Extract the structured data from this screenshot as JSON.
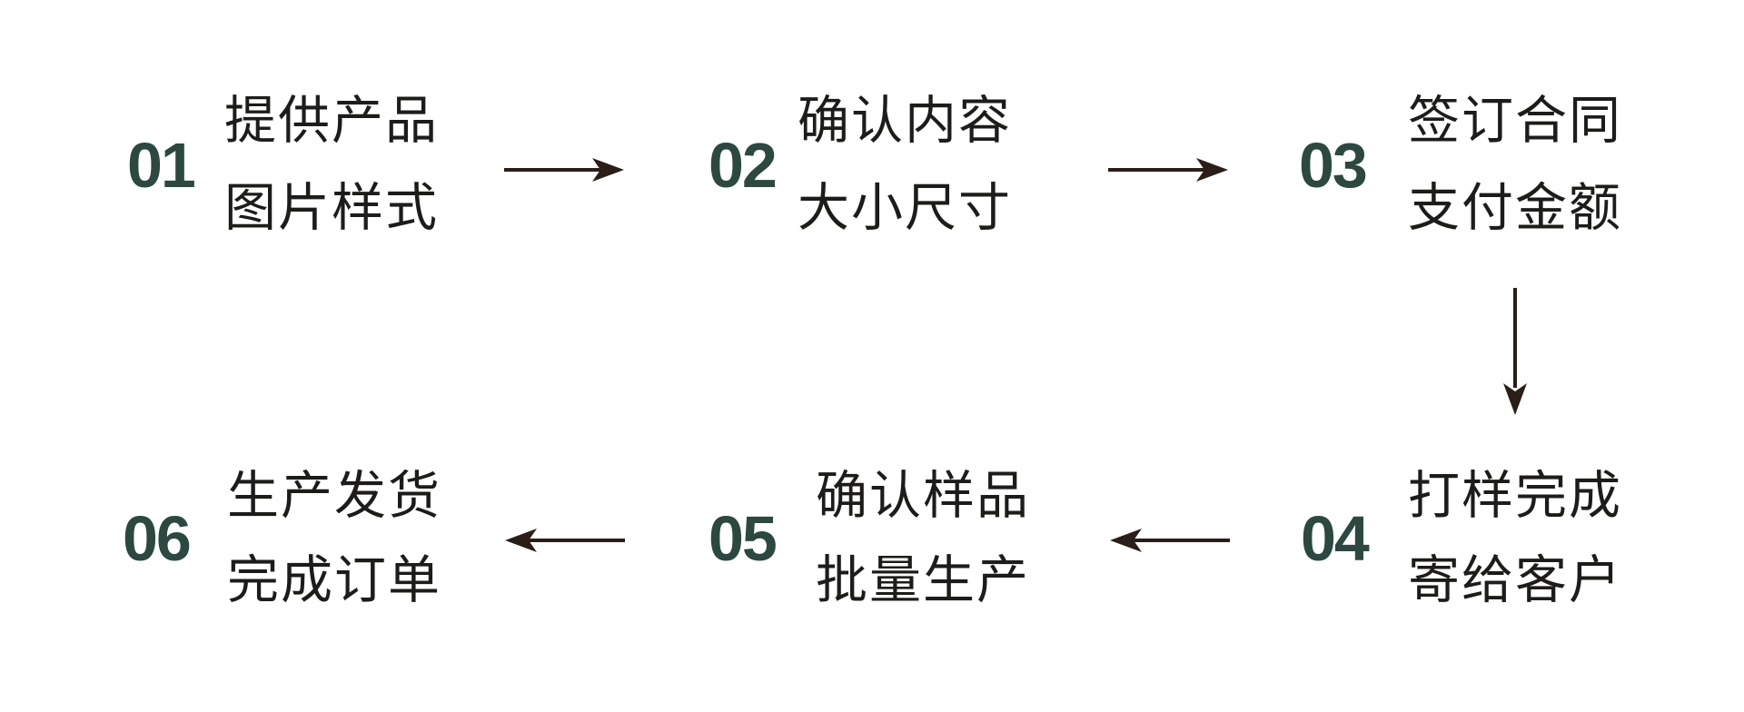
{
  "diagram": {
    "background": "#ffffff",
    "steps": [
      {
        "number": "01",
        "line1": "提供产品",
        "line2": "图片样式"
      },
      {
        "number": "02",
        "line1": "确认内容",
        "line2": "大小尺寸"
      },
      {
        "number": "03",
        "line1": "签订合同",
        "line2": "支付金额"
      },
      {
        "number": "04",
        "line1": "打样完成",
        "line2": "寄给客户"
      },
      {
        "number": "05",
        "line1": "确认样品",
        "line2": "批量生产"
      },
      {
        "number": "06",
        "line1": "生产发货",
        "line2": "完成订单"
      }
    ],
    "arrows": [
      {
        "id": "arrow-step1-to-step2",
        "direction": "right",
        "from": "01",
        "to": "02"
      },
      {
        "id": "arrow-step2-to-step3",
        "direction": "right",
        "from": "02",
        "to": "03"
      },
      {
        "id": "arrow-step3-to-step4",
        "direction": "down",
        "from": "03",
        "to": "04"
      },
      {
        "id": "arrow-step4-to-step5",
        "direction": "left",
        "from": "04",
        "to": "05"
      },
      {
        "id": "arrow-step5-to-step6",
        "direction": "left",
        "from": "05",
        "to": "06"
      }
    ]
  },
  "colors": {
    "number_green": "#2c4840",
    "text_black": "#1d1c1a",
    "arrow_dark": "#2b1d18",
    "background": "#ffffff"
  }
}
